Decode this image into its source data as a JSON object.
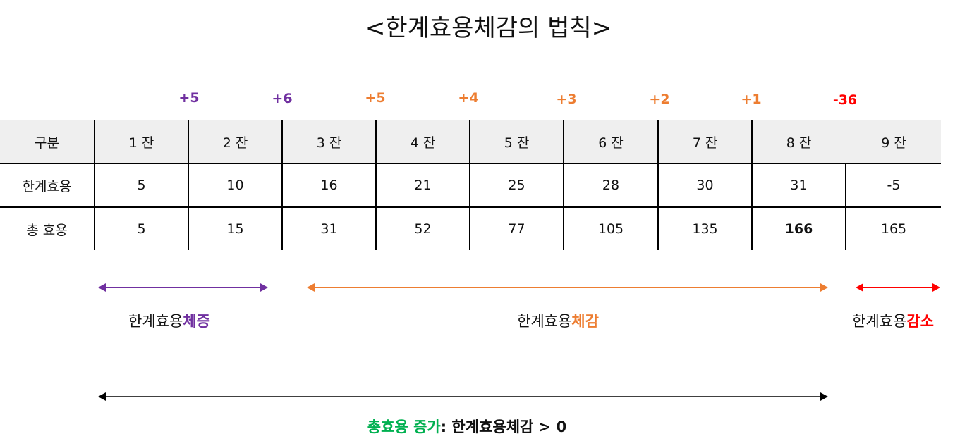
{
  "title": "<한계효용체감의 법칙>",
  "colors": {
    "increase": "#7030a0",
    "diminish": "#ed7d31",
    "decrease": "#ff0000",
    "total": "#00b050",
    "header_bg": "#efefef"
  },
  "differences": [
    {
      "text": "+5",
      "color": "#7030a0"
    },
    {
      "text": "+6",
      "color": "#7030a0"
    },
    {
      "text": "+5",
      "color": "#ed7d31"
    },
    {
      "text": "+4",
      "color": "#ed7d31"
    },
    {
      "text": "+3",
      "color": "#ed7d31"
    },
    {
      "text": "+2",
      "color": "#ed7d31"
    },
    {
      "text": "+1",
      "color": "#ed7d31"
    },
    {
      "text": "-36",
      "color": "#ff0000"
    }
  ],
  "table": {
    "header": [
      "구분",
      "1 잔",
      "2 잔",
      "3 잔",
      "4 잔",
      "5 잔",
      "6 잔",
      "7 잔",
      "8 잔",
      "9 잔"
    ],
    "marginal": [
      "한계효용",
      "5",
      "10",
      "16",
      "21",
      "25",
      "28",
      "30",
      "31",
      "-5"
    ],
    "total": [
      "총 효용",
      "5",
      "15",
      "31",
      "52",
      "77",
      "105",
      "135",
      "166",
      "165"
    ]
  },
  "ranges": {
    "increase": {
      "prefix": "한계효용",
      "highlight": "체증"
    },
    "diminish": {
      "prefix": "한계효용",
      "highlight": "체감"
    },
    "decrease": {
      "prefix": "한계효용",
      "highlight": "감소"
    }
  },
  "summary": {
    "green": "총효용 증가",
    "rest": ": 한계효용체감 > 0"
  }
}
